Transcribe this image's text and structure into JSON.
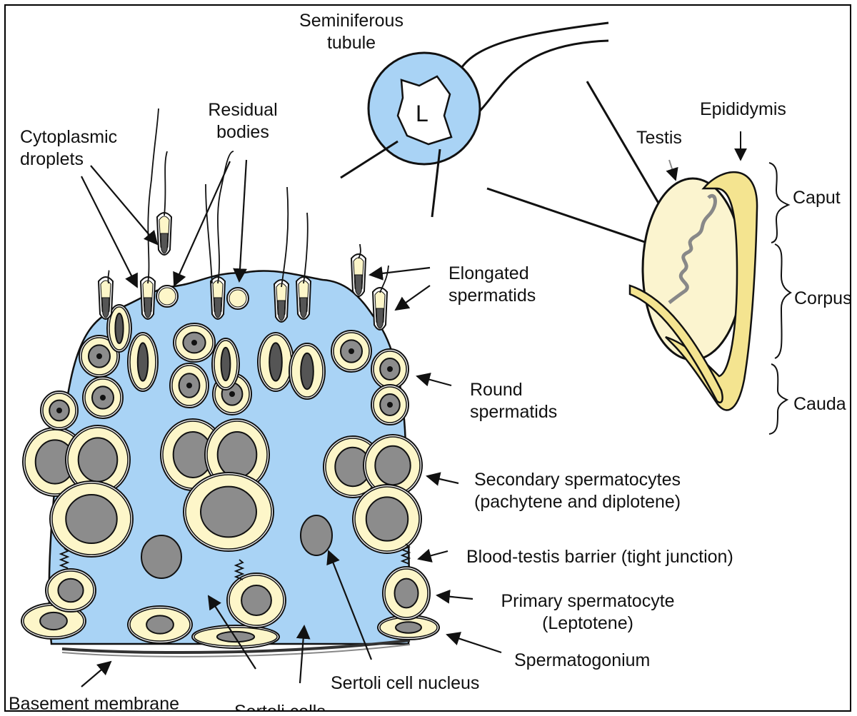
{
  "labels": {
    "seminiferous_tubule": [
      "Seminiferous",
      "tubule"
    ],
    "lumen": "L",
    "residual_bodies": [
      "Residual",
      "bodies"
    ],
    "cytoplasmic_droplets": [
      "Cytoplasmic",
      "droplets"
    ],
    "testis": "Testis",
    "epididymis": "Epididymis",
    "caput": "Caput",
    "corpus": "Corpus",
    "cauda": "Cauda",
    "elongated_spermatids": [
      "Elongated",
      "spermatids"
    ],
    "round_spermatids": [
      "Round",
      "spermatids"
    ],
    "secondary_spermatocytes": [
      "Secondary spermatocytes",
      "(pachytene and diplotene)"
    ],
    "blood_testis_barrier": "Blood-testis barrier (tight junction)",
    "primary_spermatocyte": [
      "Primary spermatocyte",
      "(Leptotene)"
    ],
    "spermatogonium": "Spermatogonium",
    "sertoli_cell_nucleus": "Sertoli cell nucleus",
    "basement_membrane": "Basement membrane",
    "sertoli_cells": "Sertoli cells"
  },
  "colors": {
    "sertoli_cytoplasm": "#a9d3f5",
    "germ_cell": "#fdf6c9",
    "nucleus": "#8c8c8c",
    "dark_nucleus": "#555555",
    "epididymis": "#f4e490",
    "testis": "#fbf4cf",
    "outline": "#111111"
  }
}
